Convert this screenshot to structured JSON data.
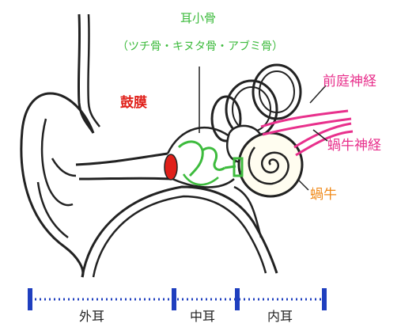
{
  "labels": {
    "ossicles_title": "耳小骨",
    "ossicles_sub": "（ツチ骨・キヌタ骨・アブミ骨）",
    "eardrum": "鼓膜",
    "vestibular_nerve": "前庭神経",
    "cochlear_nerve": "蝸牛神経",
    "cochlea": "蝸牛"
  },
  "scale": {
    "outer": "外耳",
    "middle": "中耳",
    "inner": "内耳"
  },
  "colors": {
    "ossicles": "#3dbb3d",
    "eardrum": "#e0201a",
    "nerves": "#e8308c",
    "cochlea": "#f08a1a",
    "scale": "#1f3fbf",
    "outline": "#222222"
  }
}
